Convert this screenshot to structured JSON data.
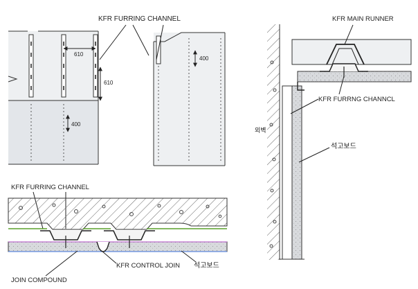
{
  "labels": {
    "top_left_channel": "KFR FURRING CHANNEL",
    "dim_610_h": "610",
    "dim_610_v": "610",
    "dim_400_a": "400",
    "dim_400_b": "400",
    "section_channel": "KFR FURRING CHANNEL",
    "join_compound": "JOIN COMPOUND",
    "control_join": "KFR CONTROL JOIN",
    "gypsum_bottom": "석고보드",
    "main_runner": "KFR MAIN RUNNER",
    "furring_channel_right": "KFR FURRNG CHANNCL",
    "wall": "외벽",
    "gypsum_right": "석고보드"
  },
  "colors": {
    "line": "#333333",
    "panel": "#e9ecef",
    "board": "#d8dadd",
    "hatch": "#666666",
    "accent_green": "#5aa02c",
    "accent_purple": "#b04fc4",
    "accent_blue": "#3a6fd8"
  }
}
